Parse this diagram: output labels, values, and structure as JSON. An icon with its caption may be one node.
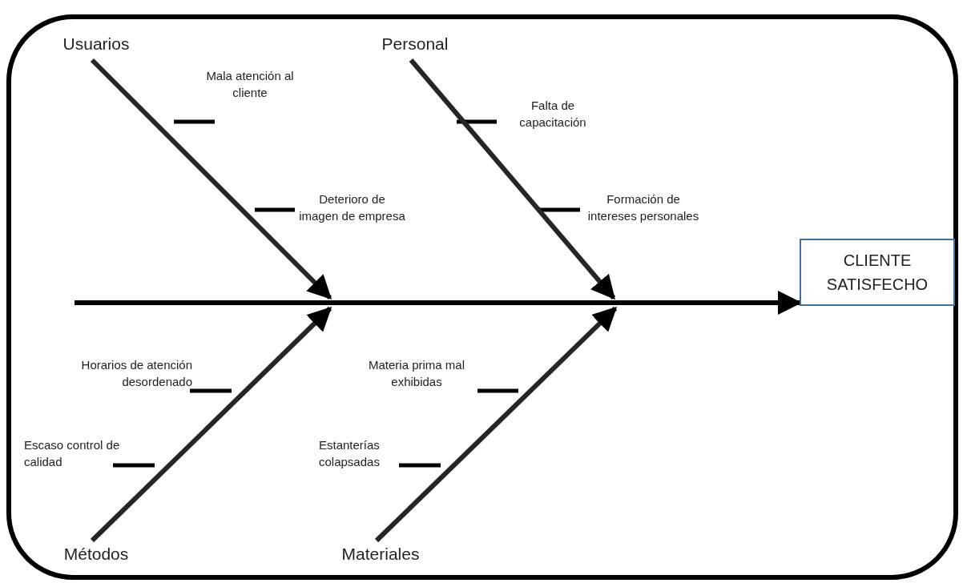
{
  "diagram": {
    "nodes": [
      {
        "text": [
          "Usuarios"
        ]
      },
      {
        "text": [
          "Personal"
        ]
      },
      {
        "text": [
          "CLIENTE SATISFECHO"
        ]
      },
      {
        "text": [
          "Métodos"
        ]
      },
      {
        "text": [
          "Materiales"
        ]
      }
    ],
    "edges": [
      {
        "from": 0,
        "to": null,
        "arrow": "to"
      },
      {
        "from": 1,
        "to": null,
        "arrow": "to"
      },
      {
        "from": null,
        "to": 2,
        "arrow": "to"
      },
      {
        "from": 3,
        "to": null,
        "arrow": "to"
      },
      {
        "from": 4,
        "to": null,
        "arrow": "to"
      }
    ],
    "labels": [
      "Mala atención al cliente",
      "Falta de capacitación",
      "Deterioro de imagen de empresa",
      "Formación de intereses personales",
      "Horarios de atención desordenado",
      "Materia prima mal exhibidas",
      "Escaso control de calidad",
      "Estanterías colapsadas"
    ]
  }
}
